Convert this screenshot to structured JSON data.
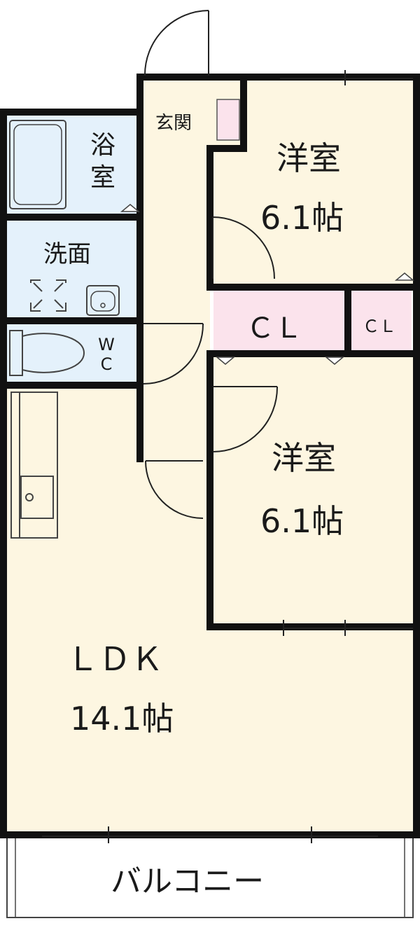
{
  "rooms": {
    "western1": {
      "name": "洋室",
      "size": "6.1帖"
    },
    "western2": {
      "name": "洋室",
      "size": "6.1帖"
    },
    "ldk": {
      "name": "ＬＤＫ",
      "size": "14.1帖"
    },
    "bath": {
      "name": "浴室"
    },
    "washroom": {
      "name": "洗面"
    },
    "wc": {
      "name": "WC"
    },
    "entrance": {
      "name": "玄関"
    },
    "closet_large": {
      "name": "ＣＬ"
    },
    "closet_small": {
      "name": "ＣＬ"
    },
    "balcony": {
      "name": "バルコニー"
    }
  },
  "colors": {
    "wall": "#111111",
    "living_floor": "#fdf6e1",
    "wet_floor": "#e4f1fb",
    "closet_floor": "#fbe3ec",
    "balcony_floor": "#ffffff"
  }
}
